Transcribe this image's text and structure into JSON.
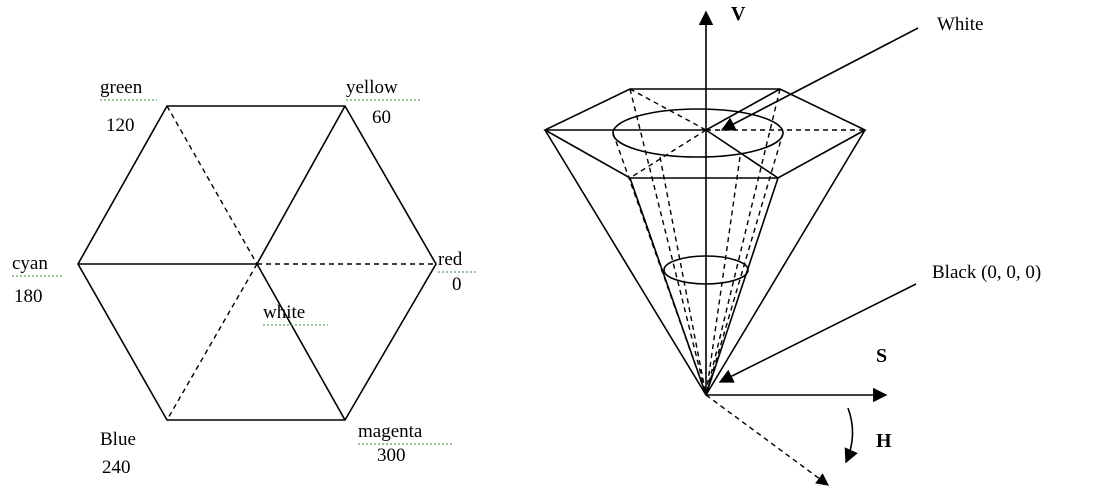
{
  "hexagon": {
    "vertices": [
      {
        "name": "green",
        "angle": "120"
      },
      {
        "name": "yellow",
        "angle": "60"
      },
      {
        "name": "cyan",
        "angle": "180"
      },
      {
        "name": "red",
        "angle": "0"
      },
      {
        "name": "Blue",
        "angle": "240"
      },
      {
        "name": "magenta",
        "angle": "300"
      }
    ],
    "center_label": "white"
  },
  "cone": {
    "axis_v": "V",
    "axis_s": "S",
    "axis_h": "H",
    "white_label": "White",
    "black_label": "Black (0, 0, 0)"
  },
  "colors": {
    "line": "#000000",
    "spellcheck_underline": "#3a8a3a"
  }
}
